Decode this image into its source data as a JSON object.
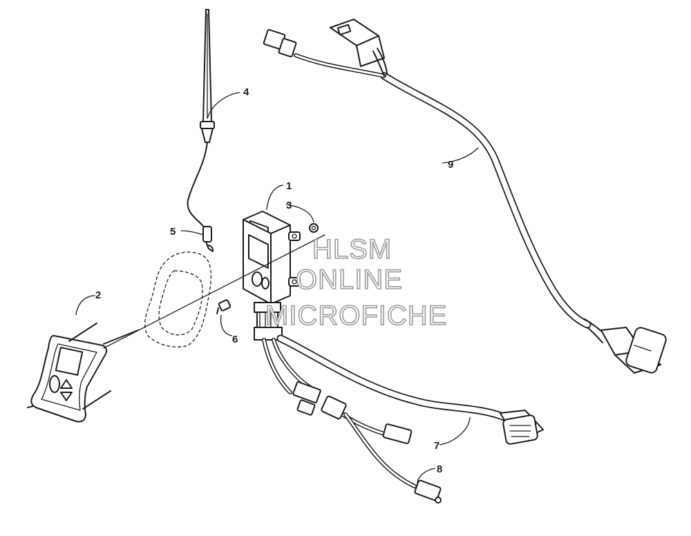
{
  "callouts": [
    "1",
    "2",
    "3",
    "4",
    "5",
    "6",
    "7",
    "8",
    "9"
  ],
  "watermark": {
    "line1": "HLSM",
    "line2": "ONLINE",
    "line3": "MICROFICHE"
  },
  "colors": {
    "line": "#1a1a1a",
    "background": "#ffffff",
    "watermark_outline": "#9a9a9a"
  }
}
